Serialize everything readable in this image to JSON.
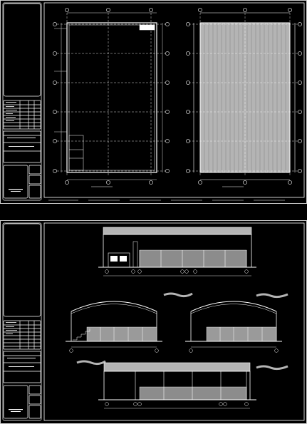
{
  "sheets": [
    {
      "id": "sheet-1",
      "title_block": {
        "project_label": "",
        "sheet_label": ""
      },
      "views": [
        {
          "name": "floor-plan",
          "caption": ""
        },
        {
          "name": "roof-plan",
          "caption": ""
        }
      ]
    },
    {
      "id": "sheet-2",
      "title_block": {
        "project_label": "",
        "sheet_label": ""
      },
      "views": [
        {
          "name": "front-elevation",
          "caption": ""
        },
        {
          "name": "cross-section-left",
          "caption": ""
        },
        {
          "name": "cross-section-right",
          "caption": ""
        },
        {
          "name": "rear-elevation",
          "caption": ""
        }
      ]
    }
  ],
  "colors": {
    "background": "#000000",
    "border": "#ffffff",
    "hatch": "#b4b4b4",
    "dimension": "#d8d8d8"
  },
  "grid": {
    "plan_columns": 4,
    "plan_rows": 6
  }
}
